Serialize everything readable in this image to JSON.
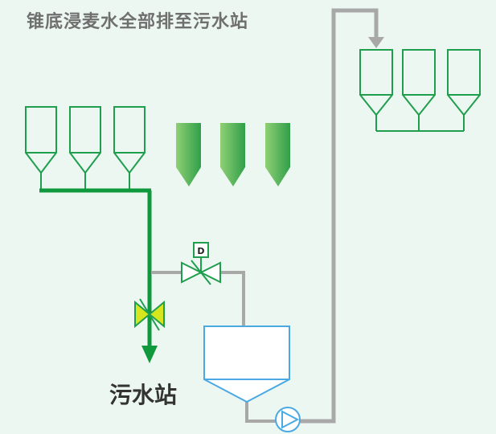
{
  "diagram": {
    "caption": "锥底浸麦水全部排至污水站",
    "station_label": "污水站",
    "valve_tag": "D"
  },
  "colors": {
    "background": "#edf7f2",
    "tank_outline": "#1f9f4e",
    "drain_pipe": "#0e9a3c",
    "gray_pipe": "#a8a8a8",
    "filled_tank": "#3aa84f",
    "collector": "#4aa9e3",
    "manual_valve": "#d7e51e",
    "pump": "#4aa9e3"
  },
  "icons": {
    "pump": "circle-pump-icon",
    "auto_valve": "actuated-valve-icon",
    "manual_valve": "butterfly-valve-icon"
  }
}
